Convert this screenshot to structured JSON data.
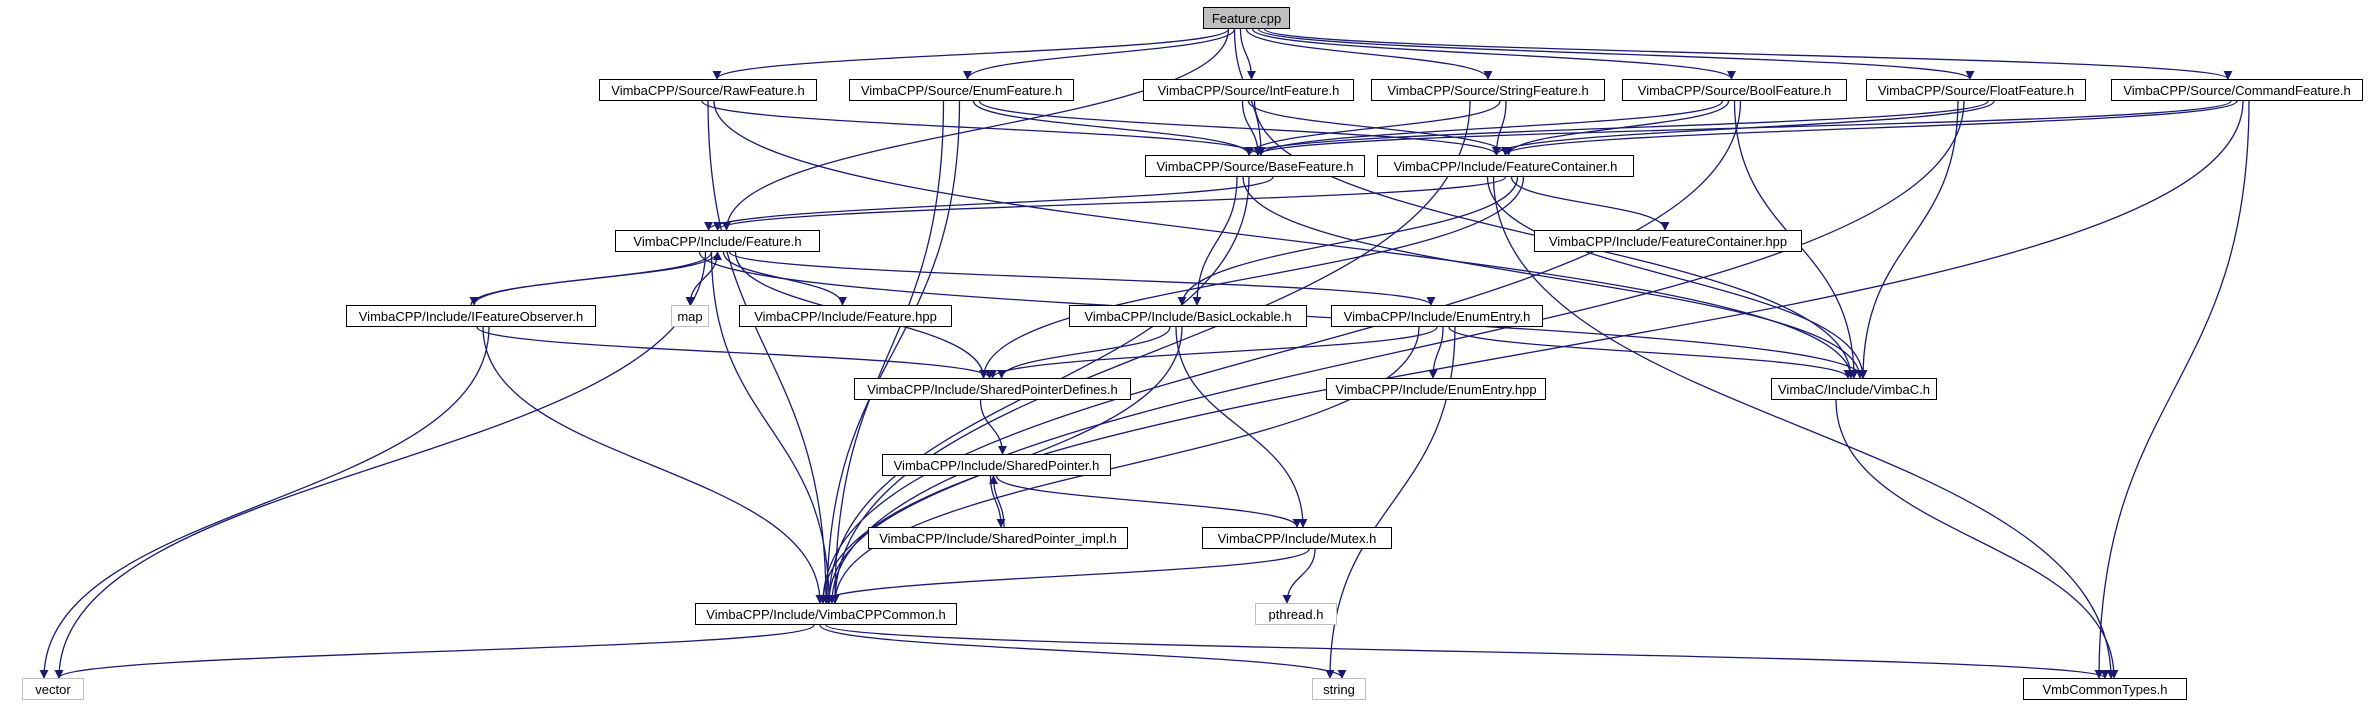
{
  "graph": {
    "nodes": [
      {
        "id": "n_feature_cpp",
        "label": "Feature.cpp",
        "kind": "root"
      },
      {
        "id": "n_rawfeature",
        "label": "VimbaCPP/Source/RawFeature.h",
        "kind": "file"
      },
      {
        "id": "n_enumfeature",
        "label": "VimbaCPP/Source/EnumFeature.h",
        "kind": "file"
      },
      {
        "id": "n_intfeature",
        "label": "VimbaCPP/Source/IntFeature.h",
        "kind": "file"
      },
      {
        "id": "n_stringfeature",
        "label": "VimbaCPP/Source/StringFeature.h",
        "kind": "file"
      },
      {
        "id": "n_boolfeature",
        "label": "VimbaCPP/Source/BoolFeature.h",
        "kind": "file"
      },
      {
        "id": "n_floatfeature",
        "label": "VimbaCPP/Source/FloatFeature.h",
        "kind": "file"
      },
      {
        "id": "n_commandfeature",
        "label": "VimbaCPP/Source/CommandFeature.h",
        "kind": "file"
      },
      {
        "id": "n_basefeature",
        "label": "VimbaCPP/Source/BaseFeature.h",
        "kind": "file"
      },
      {
        "id": "n_featurecontainer_h",
        "label": "VimbaCPP/Include/FeatureContainer.h",
        "kind": "file"
      },
      {
        "id": "n_feature_h",
        "label": "VimbaCPP/Include/Feature.h",
        "kind": "file"
      },
      {
        "id": "n_featurecontainer_hpp",
        "label": "VimbaCPP/Include/FeatureContainer.hpp",
        "kind": "file"
      },
      {
        "id": "n_ifeatureobserver",
        "label": "VimbaCPP/Include/IFeatureObserver.h",
        "kind": "file"
      },
      {
        "id": "n_map",
        "label": "map",
        "kind": "system"
      },
      {
        "id": "n_feature_hpp",
        "label": "VimbaCPP/Include/Feature.hpp",
        "kind": "file"
      },
      {
        "id": "n_basiclockable",
        "label": "VimbaCPP/Include/BasicLockable.h",
        "kind": "file"
      },
      {
        "id": "n_enumentry_h",
        "label": "VimbaCPP/Include/EnumEntry.h",
        "kind": "file"
      },
      {
        "id": "n_sharedpointerdefines",
        "label": "VimbaCPP/Include/SharedPointerDefines.h",
        "kind": "file"
      },
      {
        "id": "n_enumentry_hpp",
        "label": "VimbaCPP/Include/EnumEntry.hpp",
        "kind": "file"
      },
      {
        "id": "n_vimbac",
        "label": "VimbaC/Include/VimbaC.h",
        "kind": "file"
      },
      {
        "id": "n_sharedpointer",
        "label": "VimbaCPP/Include/SharedPointer.h",
        "kind": "file"
      },
      {
        "id": "n_sharedpointer_impl",
        "label": "VimbaCPP/Include/SharedPointer_impl.h",
        "kind": "file"
      },
      {
        "id": "n_mutex",
        "label": "VimbaCPP/Include/Mutex.h",
        "kind": "file"
      },
      {
        "id": "n_pthread",
        "label": "pthread.h",
        "kind": "system"
      },
      {
        "id": "n_vimbacppcommon",
        "label": "VimbaCPP/Include/VimbaCPPCommon.h",
        "kind": "file"
      },
      {
        "id": "n_vector",
        "label": "vector",
        "kind": "system"
      },
      {
        "id": "n_string",
        "label": "string",
        "kind": "system"
      },
      {
        "id": "n_vmbcommontypes",
        "label": "VmbCommonTypes.h",
        "kind": "file"
      }
    ],
    "edges": [
      [
        "n_feature_cpp",
        "n_rawfeature"
      ],
      [
        "n_feature_cpp",
        "n_enumfeature"
      ],
      [
        "n_feature_cpp",
        "n_intfeature"
      ],
      [
        "n_feature_cpp",
        "n_stringfeature"
      ],
      [
        "n_feature_cpp",
        "n_boolfeature"
      ],
      [
        "n_feature_cpp",
        "n_floatfeature"
      ],
      [
        "n_feature_cpp",
        "n_commandfeature"
      ],
      [
        "n_feature_cpp",
        "n_feature_h"
      ],
      [
        "n_feature_cpp",
        "n_basefeature"
      ],
      [
        "n_rawfeature",
        "n_basefeature"
      ],
      [
        "n_rawfeature",
        "n_vimbacppcommon"
      ],
      [
        "n_rawfeature",
        "n_vimbac"
      ],
      [
        "n_enumfeature",
        "n_basefeature"
      ],
      [
        "n_enumfeature",
        "n_featurecontainer_h"
      ],
      [
        "n_enumfeature",
        "n_vimbacppcommon"
      ],
      [
        "n_enumfeature",
        "n_vimbacppcommon"
      ],
      [
        "n_intfeature",
        "n_basefeature"
      ],
      [
        "n_intfeature",
        "n_featurecontainer_h"
      ],
      [
        "n_intfeature",
        "n_vimbac"
      ],
      [
        "n_stringfeature",
        "n_basefeature"
      ],
      [
        "n_stringfeature",
        "n_featurecontainer_h"
      ],
      [
        "n_stringfeature",
        "n_vimbacppcommon"
      ],
      [
        "n_boolfeature",
        "n_basefeature"
      ],
      [
        "n_boolfeature",
        "n_featurecontainer_h"
      ],
      [
        "n_boolfeature",
        "n_vimbac"
      ],
      [
        "n_boolfeature",
        "n_vimbacppcommon"
      ],
      [
        "n_floatfeature",
        "n_basefeature"
      ],
      [
        "n_floatfeature",
        "n_featurecontainer_h"
      ],
      [
        "n_floatfeature",
        "n_vimbac"
      ],
      [
        "n_floatfeature",
        "n_vimbacppcommon"
      ],
      [
        "n_commandfeature",
        "n_basefeature"
      ],
      [
        "n_commandfeature",
        "n_featurecontainer_h"
      ],
      [
        "n_commandfeature",
        "n_vimbacppcommon"
      ],
      [
        "n_commandfeature",
        "n_vmbcommontypes"
      ],
      [
        "n_basefeature",
        "n_feature_h"
      ],
      [
        "n_basefeature",
        "n_basiclockable"
      ],
      [
        "n_basefeature",
        "n_vimbac"
      ],
      [
        "n_basefeature",
        "n_vimbacppcommon"
      ],
      [
        "n_featurecontainer_h",
        "n_feature_h"
      ],
      [
        "n_featurecontainer_h",
        "n_featurecontainer_hpp"
      ],
      [
        "n_featurecontainer_h",
        "n_basiclockable"
      ],
      [
        "n_featurecontainer_h",
        "n_sharedpointerdefines"
      ],
      [
        "n_featurecontainer_h",
        "n_vimbac"
      ],
      [
        "n_featurecontainer_h",
        "n_vmbcommontypes"
      ],
      [
        "n_feature_h",
        "n_ifeatureobserver"
      ],
      [
        "n_feature_h",
        "n_map"
      ],
      [
        "n_feature_h",
        "n_feature_hpp"
      ],
      [
        "n_feature_h",
        "n_enumentry_h"
      ],
      [
        "n_feature_h",
        "n_sharedpointerdefines"
      ],
      [
        "n_feature_h",
        "n_vimbac"
      ],
      [
        "n_feature_h",
        "n_vector"
      ],
      [
        "n_feature_h",
        "n_vimbacppcommon"
      ],
      [
        "n_ifeatureobserver",
        "n_feature_h"
      ],
      [
        "n_ifeatureobserver",
        "n_sharedpointerdefines"
      ],
      [
        "n_ifeatureobserver",
        "n_vimbacppcommon"
      ],
      [
        "n_ifeatureobserver",
        "n_vector"
      ],
      [
        "n_basiclockable",
        "n_sharedpointerdefines"
      ],
      [
        "n_basiclockable",
        "n_mutex"
      ],
      [
        "n_basiclockable",
        "n_vimbacppcommon"
      ],
      [
        "n_enumentry_h",
        "n_sharedpointerdefines"
      ],
      [
        "n_enumentry_h",
        "n_enumentry_hpp"
      ],
      [
        "n_enumentry_h",
        "n_vimbac"
      ],
      [
        "n_enumentry_h",
        "n_string"
      ],
      [
        "n_enumentry_h",
        "n_vimbacppcommon"
      ],
      [
        "n_sharedpointerdefines",
        "n_sharedpointer"
      ],
      [
        "n_sharedpointer",
        "n_sharedpointer_impl"
      ],
      [
        "n_sharedpointer",
        "n_mutex"
      ],
      [
        "n_sharedpointer_impl",
        "n_sharedpointer"
      ],
      [
        "n_mutex",
        "n_vimbacppcommon"
      ],
      [
        "n_mutex",
        "n_pthread"
      ],
      [
        "n_vimbac",
        "n_vmbcommontypes"
      ],
      [
        "n_vimbacppcommon",
        "n_vector"
      ],
      [
        "n_vimbacppcommon",
        "n_string"
      ],
      [
        "n_vimbacppcommon",
        "n_vmbcommontypes"
      ]
    ],
    "colors": {
      "edge": "#191970",
      "root_fill": "#bfbfbf",
      "node_border": "#000000",
      "system_border": "#bfbfbf"
    }
  }
}
